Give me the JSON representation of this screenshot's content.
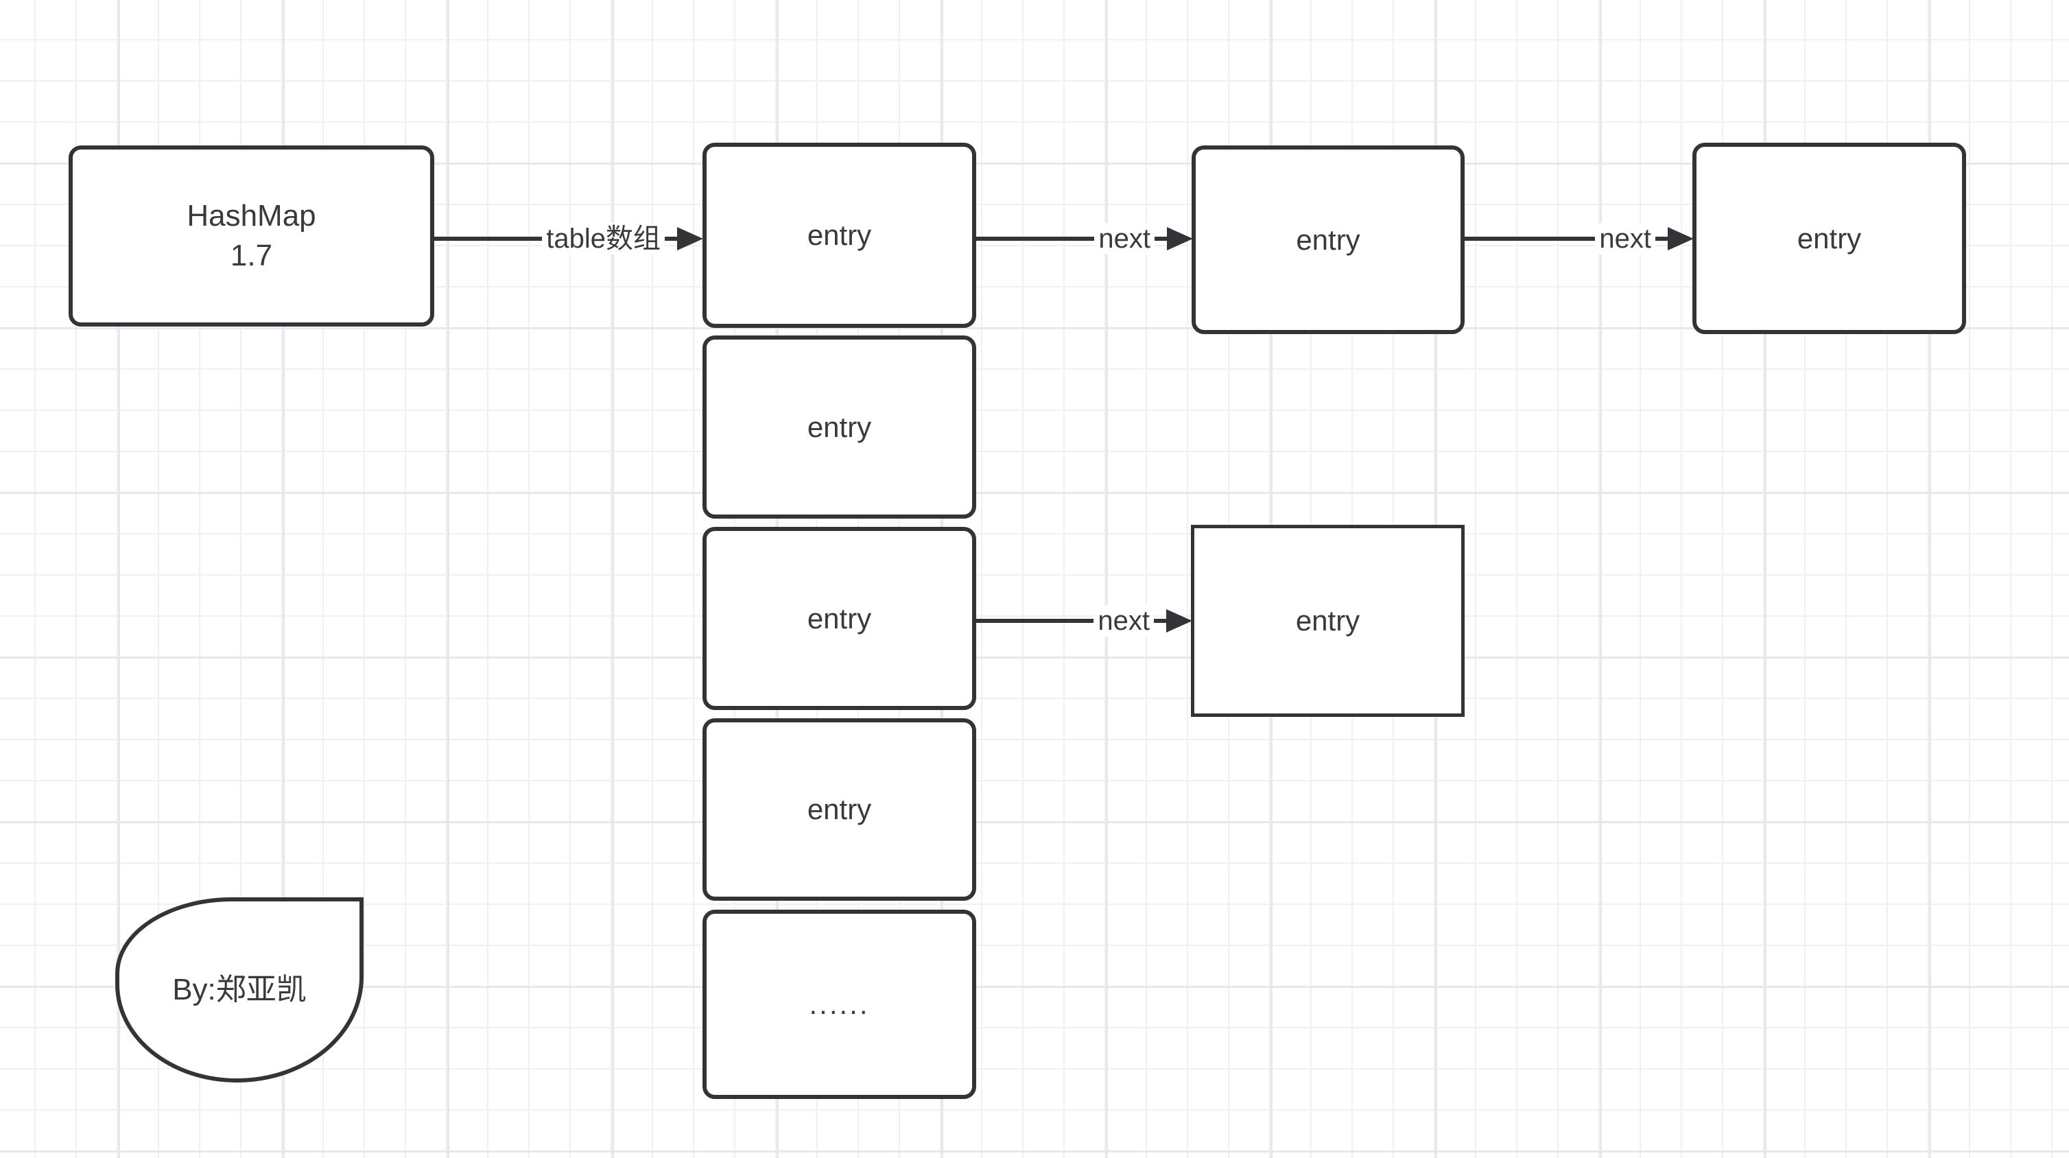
{
  "colors": {
    "ink": "#343438",
    "text": "#3a3a3e",
    "bg": "#ffffff",
    "grid_minor": "#f0f0f3",
    "grid_major": "#e8e8ec",
    "node_fill": "#ffffff"
  },
  "nodes": {
    "hashmap": {
      "label": "HashMap\n1.7"
    },
    "bucket": {
      "items": [
        {
          "label": "entry"
        },
        {
          "label": "entry"
        },
        {
          "label": "entry"
        },
        {
          "label": "entry"
        },
        {
          "label": "......"
        }
      ]
    },
    "chain_top_1": {
      "label": "entry"
    },
    "chain_top_2": {
      "label": "entry"
    },
    "chain_mid": {
      "label": "entry"
    },
    "author": {
      "label": "By:郑亚凯"
    }
  },
  "edges": {
    "table": {
      "label": "table数组"
    },
    "next_top_1": {
      "label": "next"
    },
    "next_top_2": {
      "label": "next"
    },
    "next_mid": {
      "label": "next"
    }
  }
}
